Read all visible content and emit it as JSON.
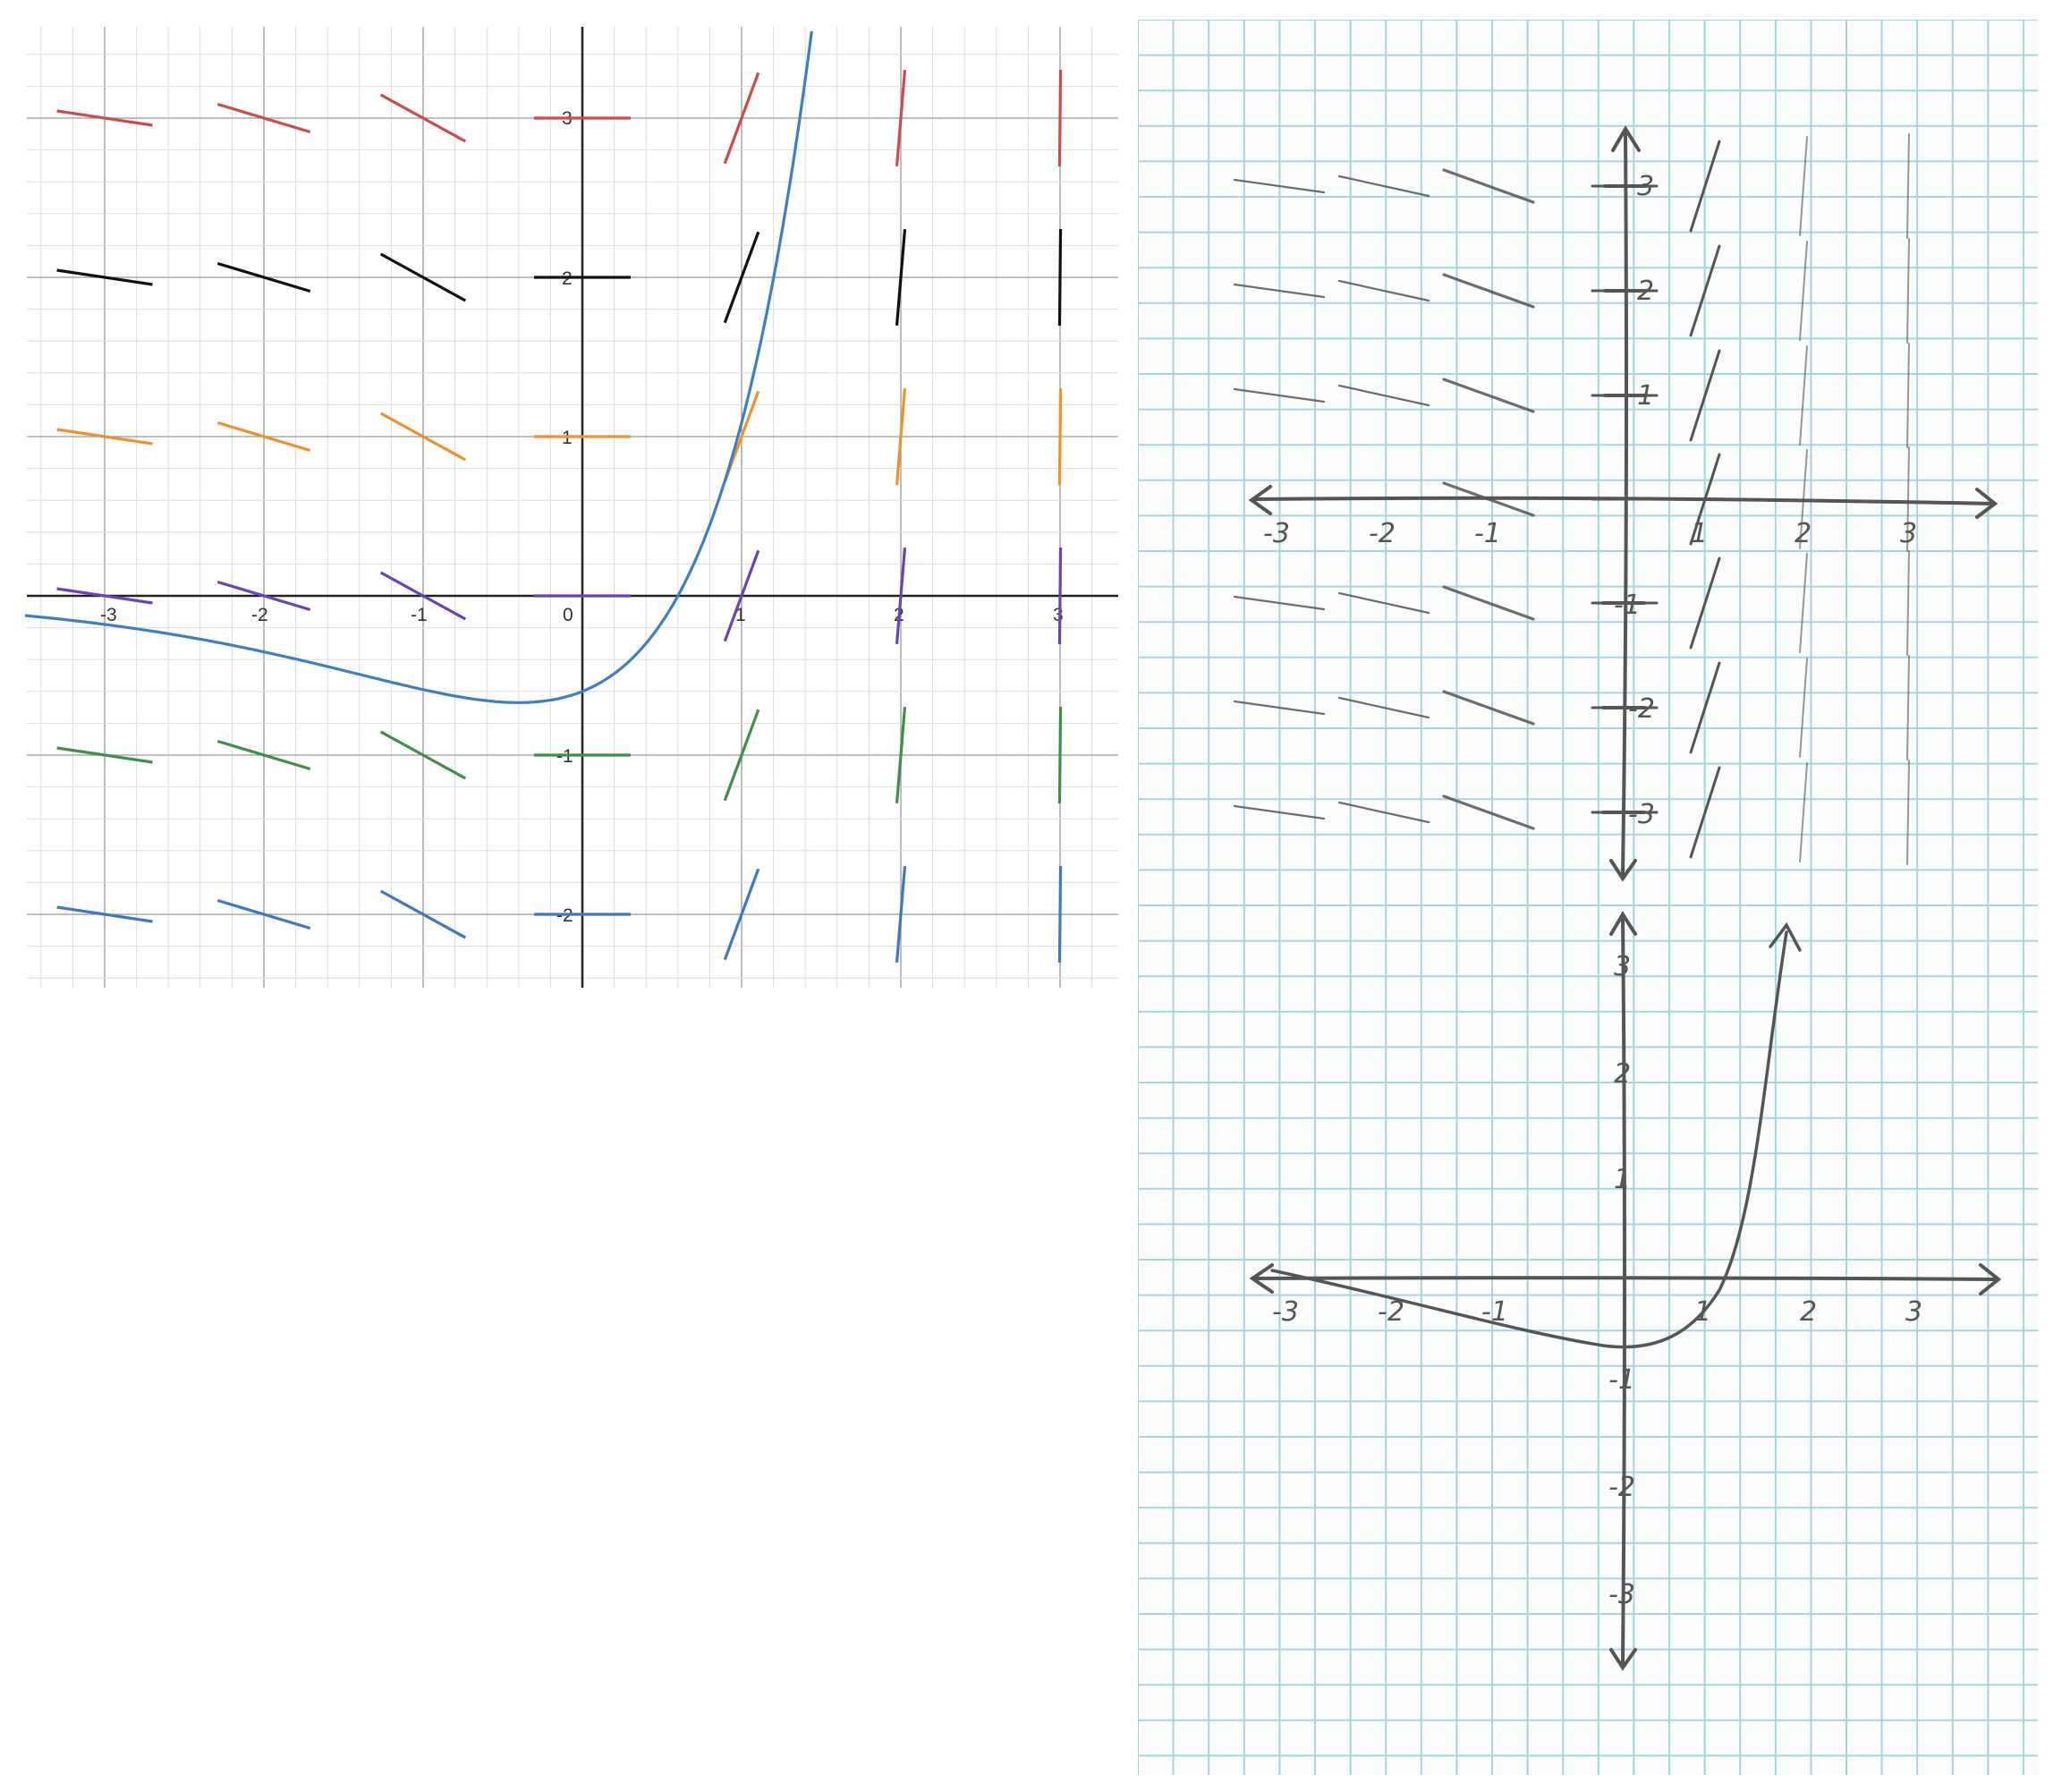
{
  "digital_plot": {
    "x_ticks": [
      "-3",
      "-2",
      "-1",
      "0",
      "1",
      "2",
      "3"
    ],
    "y_ticks": [
      "3",
      "2",
      "1",
      "-1",
      "-2"
    ],
    "xlim": [
      -3.5,
      3.4
    ],
    "ylim": [
      -2.45,
      3.55
    ],
    "slope_x": [
      -3,
      -2,
      -1,
      0,
      1,
      2,
      3
    ],
    "slope_rows": [
      {
        "y": 3,
        "color": "#cc4c4c"
      },
      {
        "y": 2,
        "color": "#111111"
      },
      {
        "y": 1,
        "color": "#f0922b"
      },
      {
        "y": 0,
        "color": "#6a44b0"
      },
      {
        "y": -1,
        "color": "#3f8f48"
      },
      {
        "y": -2,
        "color": "#3d79c3"
      }
    ],
    "slopes_by_x": [
      -0.15,
      -0.3,
      -0.55,
      0,
      2.7,
      12,
      100
    ],
    "curve_color": "#3f7fc1",
    "axis_color": "#222222",
    "grid_major_color": "#999999",
    "grid_minor_color": "#dddddd"
  },
  "paper_sketch": {
    "slope_field": {
      "x_labels": [
        "-3",
        "-2",
        "-1",
        "1",
        "2",
        "3"
      ],
      "y_labels": [
        "3",
        "2",
        "1",
        "-1",
        "-2",
        "-3"
      ]
    },
    "solution_sketch": {
      "x_labels": [
        "-3",
        "-2",
        "-1",
        "1",
        "2",
        "3"
      ],
      "y_labels": [
        "3",
        "2",
        "1",
        "-1",
        "-2",
        "-3"
      ]
    },
    "grid_color": "#a8d4dc",
    "pencil_color": "#555555"
  }
}
